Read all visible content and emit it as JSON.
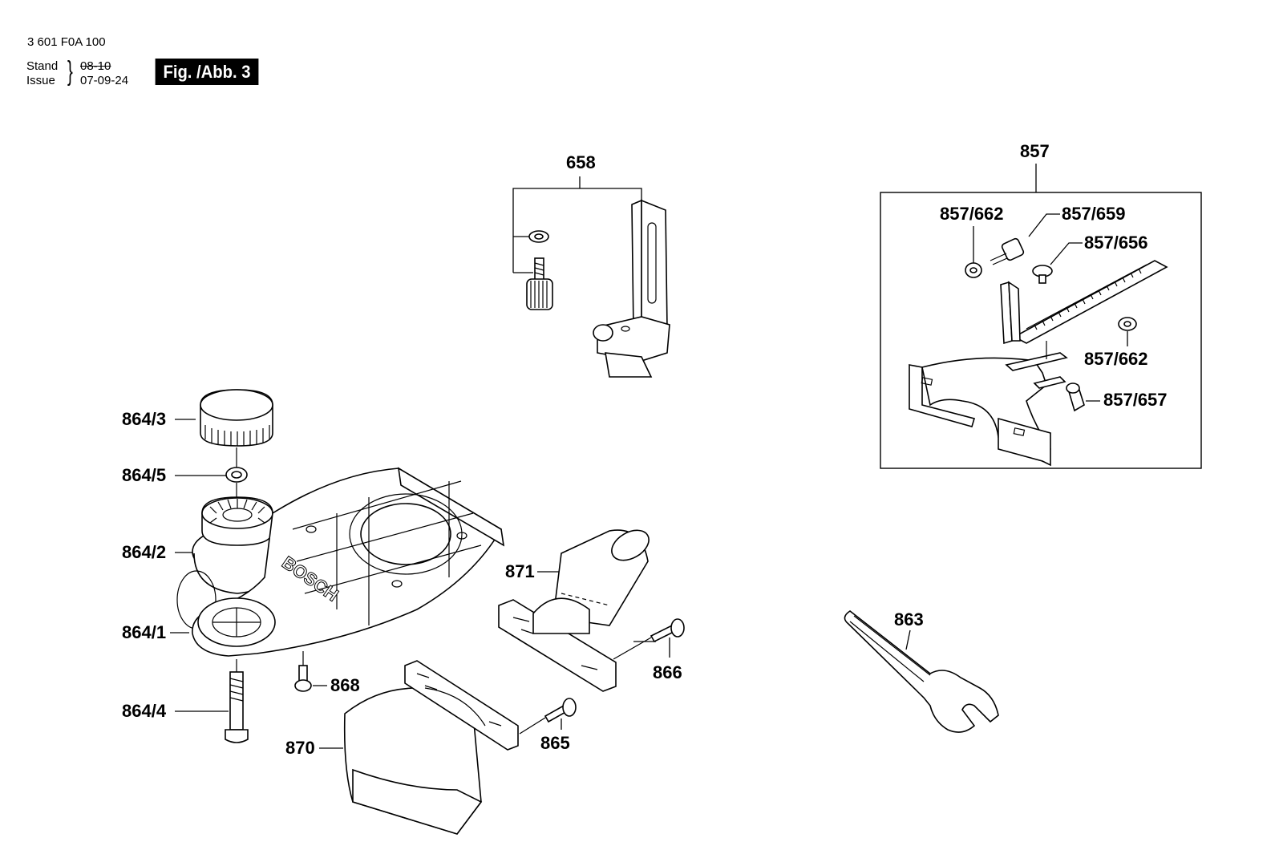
{
  "header": {
    "code": "3 601 F0A 100",
    "stand_label": "Stand",
    "issue_label": "Issue",
    "stand_old": "08-10",
    "issue_date": "07-09-24",
    "figure": "Fig. /Abb. 3"
  },
  "parts": {
    "p658": "658",
    "p857": "857",
    "p857_662a": "857/662",
    "p857_659": "857/659",
    "p857_656": "857/656",
    "p857_662b": "857/662",
    "p857_657": "857/657",
    "p864_3": "864/3",
    "p864_5": "864/5",
    "p864_2": "864/2",
    "p864_1": "864/1",
    "p864_4": "864/4",
    "p868": "868",
    "p871": "871",
    "p866": "866",
    "p870": "870",
    "p865": "865",
    "p863": "863"
  },
  "brand_text": "BOSCH"
}
